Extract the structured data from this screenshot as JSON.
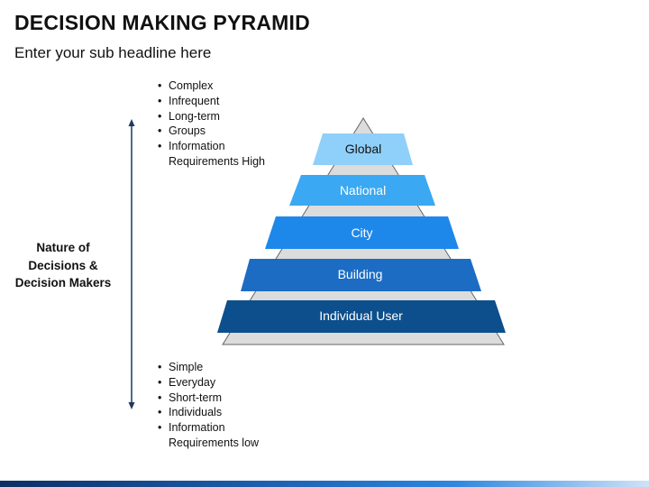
{
  "title": "DECISION MAKING PYRAMID",
  "subtitle": "Enter your sub headline here",
  "top_bullets": [
    "Complex",
    "Infrequent",
    "Long-term",
    "Groups",
    "Information\nRequirements High"
  ],
  "bottom_bullets": [
    "Simple",
    "Everyday",
    "Short-term",
    "Individuals",
    "Information\nRequirements low"
  ],
  "axis_label": "Nature of\nDecisions &\nDecision Makers",
  "levels": [
    {
      "label": "Global",
      "color": "#8fd0fa",
      "text_color": "#111111"
    },
    {
      "label": "National",
      "color": "#3aa8f2",
      "text_color": "#ffffff"
    },
    {
      "label": "City",
      "color": "#1e88ea",
      "text_color": "#ffffff"
    },
    {
      "label": "Building",
      "color": "#1c6cc4",
      "text_color": "#ffffff"
    },
    {
      "label": "Individual User",
      "color": "#0d4f8c",
      "text_color": "#ffffff"
    }
  ],
  "colors": {
    "pyramid_fill": "#dcdcdc",
    "pyramid_stroke": "#666666",
    "arrow": "#1d3a5c"
  }
}
